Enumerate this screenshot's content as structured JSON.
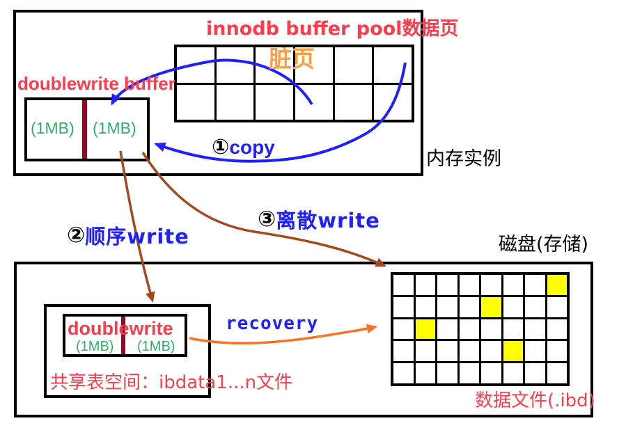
{
  "colors": {
    "red_text": "#fa3c4c",
    "orange_text": "#ff9f40",
    "green_text": "#2fb06a",
    "blue": "#2020ff",
    "brown_arrow": "#a4491d",
    "orange_arrow": "#fd7222",
    "dark_red_divider": "#8e0c22",
    "highlight_yellow": "#ffff00"
  },
  "memory_box": {
    "label": "内存实例",
    "buffer_pool_title": "innodb buffer pool数据页",
    "dirty_page_label": "脏页",
    "doublewrite_label": "doublewrite buffer",
    "chunk_left": "(1MB)",
    "chunk_right": "(1MB)",
    "pool_grid": {
      "rows": 2,
      "cols": 6,
      "highlighted_cells": []
    },
    "copy_step": {
      "badge": "①",
      "text": "copy"
    }
  },
  "flows": {
    "seq_write": {
      "badge": "②",
      "text": "顺序write"
    },
    "scatter_write": {
      "badge": "③",
      "text": "离散write"
    }
  },
  "disk_box": {
    "label": "磁盘(存储)",
    "shared_tablespace_label": "共享表空间：ibdata1...n文件",
    "doublewrite_label": "doublewrite",
    "chunk_left": "(1MB)",
    "chunk_right": "(1MB)",
    "recovery_label": "recovery",
    "data_file_label": "数据文件(.ibd)",
    "data_grid": {
      "rows": 5,
      "cols": 8,
      "highlighted_cells": [
        [
          0,
          7
        ],
        [
          1,
          4
        ],
        [
          2,
          1
        ],
        [
          3,
          5
        ]
      ]
    }
  }
}
